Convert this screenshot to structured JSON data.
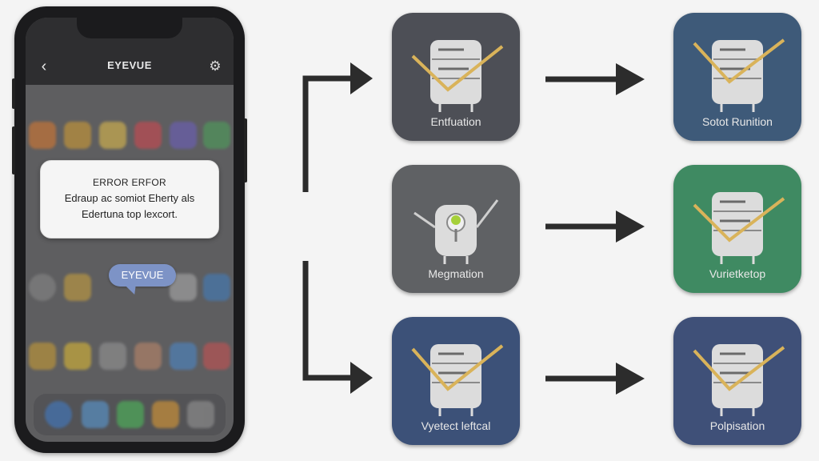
{
  "phone": {
    "app_title": "EYEVUE",
    "back_icon": "chevron-left-icon",
    "settings_icon": "gear-icon",
    "error_dialog": {
      "title": "ERROR ERFOR",
      "line1": "Edraup ac somiot Eherty als",
      "line2": "Edertuna top lexcort."
    },
    "bubble_label": "EYEVUE"
  },
  "nodes": [
    {
      "id": "entfuation",
      "label": "Entfuation",
      "color": "#4d4f56",
      "glyph": "server-check-icon"
    },
    {
      "id": "megmation",
      "label": "Megmation",
      "color": "#5f6164",
      "glyph": "server-bulb-icon"
    },
    {
      "id": "vyetect",
      "label": "Vyetect leftcal",
      "color": "#3c5178",
      "glyph": "server-check-icon"
    },
    {
      "id": "sotot",
      "label": "Sotot Runition",
      "color": "#3e5a79",
      "glyph": "server-check-icon"
    },
    {
      "id": "vurietketop",
      "label": "Vurietketop",
      "color": "#3f8a62",
      "glyph": "server-check-icon"
    },
    {
      "id": "polpisation",
      "label": "Polpisation",
      "color": "#3f5078",
      "glyph": "server-check-icon"
    }
  ]
}
